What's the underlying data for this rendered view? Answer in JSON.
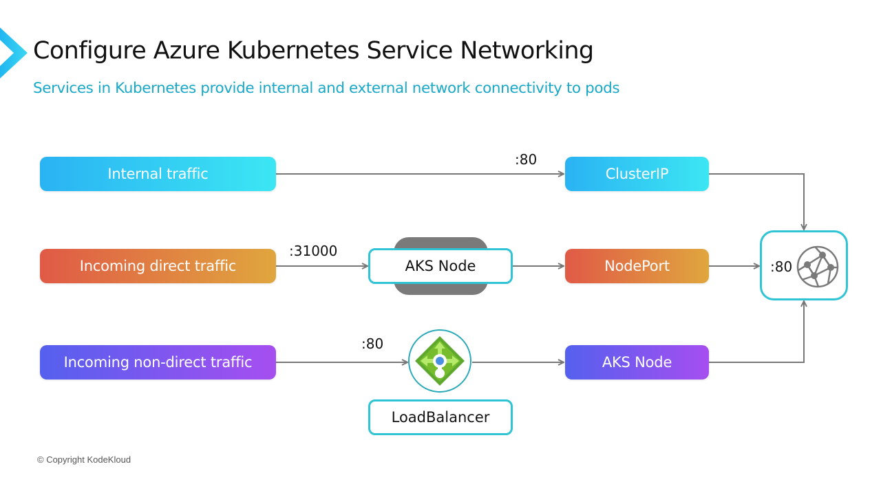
{
  "header": {
    "title": "Configure Azure Kubernetes Service Networking",
    "subtitle": "Services in Kubernetes provide internal and external network connectivity to pods"
  },
  "colors": {
    "accent": "#2fc3d6",
    "subtitle": "#1aa8c8",
    "connector": "#777777",
    "internal_gradient": [
      "#2ab3f3",
      "#3ce6f3"
    ],
    "direct_gradient": [
      "#e05a46",
      "#e0a63e"
    ],
    "nondirect_gradient": [
      "#5560ee",
      "#a64ef0"
    ]
  },
  "rows": [
    {
      "source": "Internal traffic",
      "port": ":80",
      "service": "ClusterIP"
    },
    {
      "source": "Incoming direct traffic",
      "port": ":31000",
      "intermediate": "AKS Node",
      "service": "NodePort"
    },
    {
      "source": "Incoming non-direct traffic",
      "port": ":80",
      "intermediate_icon": "load-balancer-icon",
      "intermediate_label": "LoadBalancer",
      "service": "AKS Node"
    }
  ],
  "pod": {
    "port": ":80",
    "icon": "globe-network-icon"
  },
  "footer": {
    "copyright": "© Copyright KodeKloud"
  }
}
